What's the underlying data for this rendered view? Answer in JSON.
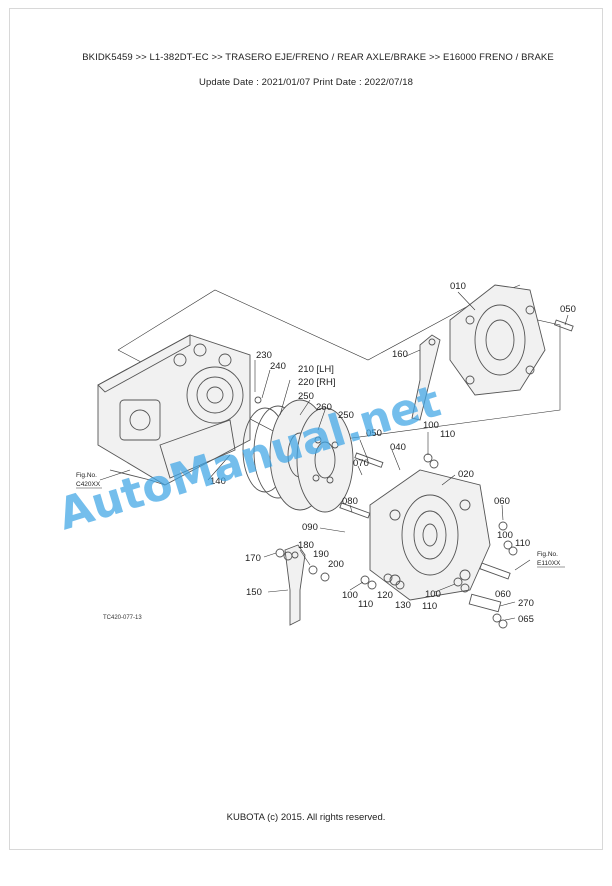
{
  "header": {
    "breadcrumb": "BKIDK5459 >> L1-382DT-EC >> TRASERO EJE/FRENO / REAR AXLE/BRAKE >> E16000   FRENO / BRAKE",
    "dates": "Update Date : 2021/01/07   Print Date : 2022/07/18"
  },
  "diagram": {
    "part_labels": [
      "010",
      "050",
      "160",
      "230",
      "240",
      "210 [LH]",
      "220 [RH]",
      "250",
      "260",
      "250",
      "050",
      "040",
      "100",
      "110",
      "070",
      "020",
      "080",
      "060",
      "090",
      "100",
      "110",
      "180",
      "190",
      "170",
      "200",
      "150",
      "100",
      "110",
      "120",
      "130",
      "100",
      "110",
      "060",
      "270",
      "065",
      "140"
    ],
    "fig_refs": [
      {
        "line1": "Fig.No.",
        "line2": "C420XX"
      },
      {
        "line1": "Fig.No.",
        "line2": "E110XX"
      }
    ],
    "drawing_code": "TC420-077-13",
    "watermark": "AutoManual.net"
  },
  "footer": {
    "copyright": "KUBOTA (c) 2015. All rights reserved."
  }
}
